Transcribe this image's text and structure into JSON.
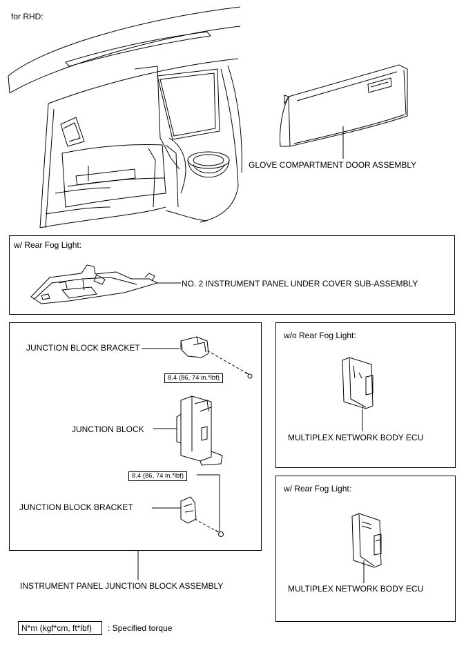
{
  "header": {
    "variant": "for RHD:"
  },
  "top": {
    "glove_label": "GLOVE COMPARTMENT DOOR ASSEMBLY"
  },
  "fog_section": {
    "title": "w/ Rear Fog Light:",
    "under_cover_label": "NO. 2 INSTRUMENT PANEL UNDER COVER SUB-ASSEMBLY"
  },
  "junction_section": {
    "bracket_upper_label": "JUNCTION BLOCK BRACKET",
    "torque_upper": "8.4 (86, 74 in.*lbf)",
    "block_label": "JUNCTION BLOCK",
    "torque_lower": "8.4 (86, 74 in.*lbf)",
    "bracket_lower_label": "JUNCTION BLOCK BRACKET",
    "assembly_label": "INSTRUMENT PANEL JUNCTION BLOCK ASSEMBLY"
  },
  "ecu_without_fog": {
    "title": "w/o Rear Fog Light:",
    "label": "MULTIPLEX NETWORK BODY ECU"
  },
  "ecu_with_fog": {
    "title": "w/ Rear Fog Light:",
    "label": "MULTIPLEX NETWORK BODY ECU"
  },
  "legend": {
    "unit": "N*m (kgf*cm, ft*lbf)",
    "description": ": Specified torque"
  }
}
